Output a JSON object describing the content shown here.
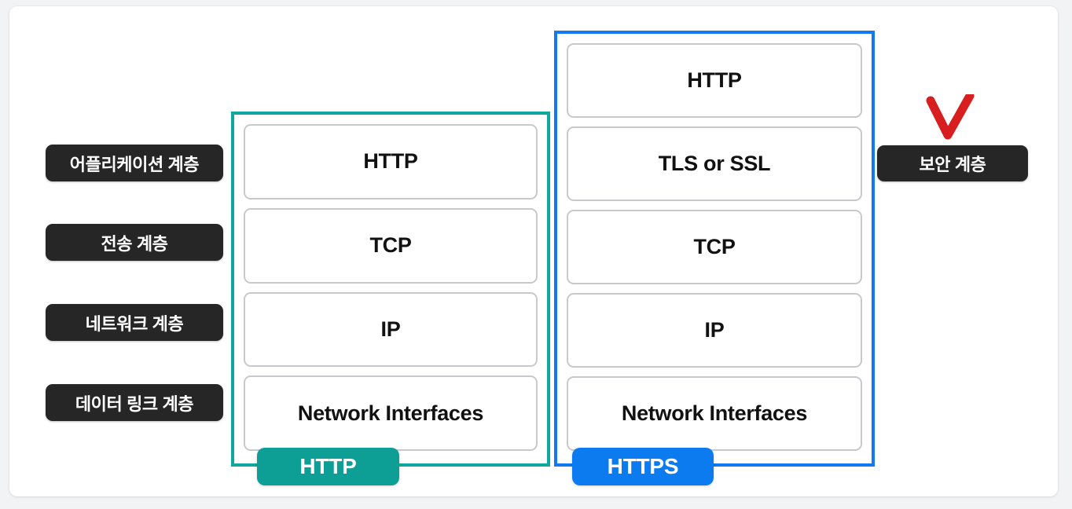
{
  "diagram": {
    "title": "HTTP vs HTTPS protocol stack comparison",
    "colors": {
      "page_background": "#f2f3f5",
      "card_background": "#ffffff",
      "label_dark": "#262626",
      "http_teal": "#0d9e95",
      "https_blue": "#0d7bf0",
      "box_border_gray": "#c9c9cd",
      "checkmark_red": "#d81f1f"
    },
    "layer_labels": [
      {
        "id": "application-layer",
        "text": "어플리케이션 계층"
      },
      {
        "id": "transport-layer",
        "text": "전송 계층"
      },
      {
        "id": "network-layer",
        "text": "네트워크 계층"
      },
      {
        "id": "data-link-layer",
        "text": "데이터 링크 계층"
      }
    ],
    "security_label": {
      "id": "security-layer",
      "text": "보안 계층",
      "annotation_icon": "red-checkmark"
    },
    "stacks": [
      {
        "id": "http-stack",
        "frame_color": "#0ea89e",
        "badge": {
          "text": "HTTP",
          "color": "#0d9e95"
        },
        "boxes": [
          {
            "text": "HTTP"
          },
          {
            "text": "TCP"
          },
          {
            "text": "IP"
          },
          {
            "text": "Network Interfaces"
          }
        ]
      },
      {
        "id": "https-stack",
        "frame_color": "#1279f2",
        "badge": {
          "text": "HTTPS",
          "color": "#0d7bf0"
        },
        "boxes": [
          {
            "text": "HTTP"
          },
          {
            "text": "TLS or SSL"
          },
          {
            "text": "TCP"
          },
          {
            "text": "IP"
          },
          {
            "text": "Network Interfaces"
          }
        ]
      }
    ]
  }
}
